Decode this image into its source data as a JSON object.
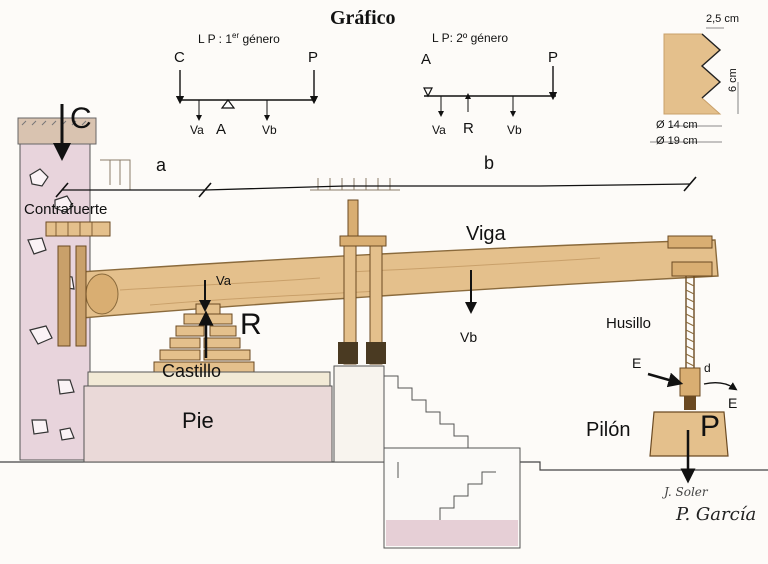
{
  "title": "Gráfico",
  "lever1": {
    "heading_pre": "L P : 1",
    "heading_sup": "er",
    "heading_post": " género",
    "c": "C",
    "p": "P",
    "va": "Va",
    "a": "A",
    "vb": "Vb"
  },
  "lever2": {
    "heading": "L P: 2º género",
    "a": "A",
    "p": "P",
    "va": "Va",
    "r": "R",
    "vb": "Vb"
  },
  "dims": {
    "d1": "2,5 cm",
    "d2": "6 cm",
    "d3": "14 cm",
    "d4": "19 cm",
    "d3_prefix": "Ø",
    "d4_prefix": "Ø"
  },
  "labels": {
    "c_big": "C",
    "seg_a": "a",
    "seg_b": "b",
    "contrafuerte": "Contrafuerte",
    "viga": "Viga",
    "va": "Va",
    "r": "R",
    "vb": "Vb",
    "castillo": "Castillo",
    "pie": "Pie",
    "husillo": "Husillo",
    "e1": "E",
    "d": "d",
    "e2": "E",
    "pilon": "Pilón",
    "p": "P"
  },
  "signatures": [
    "J. Soler",
    "P. García"
  ],
  "colors": {
    "wood": "#e4c08c",
    "stone": "#e8d4dc",
    "base": "#ead9d8",
    "water": "#d7a8b8"
  }
}
